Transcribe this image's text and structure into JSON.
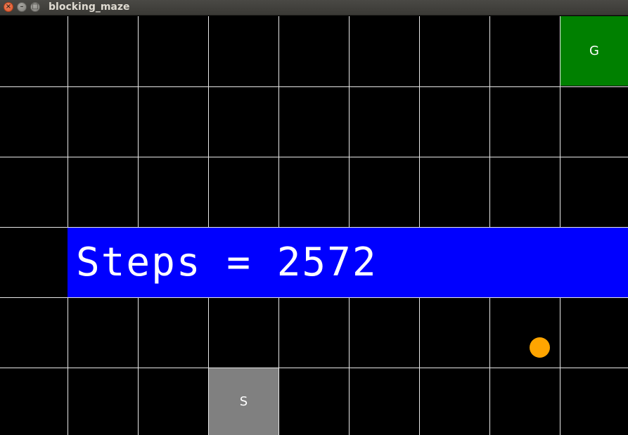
{
  "window": {
    "title": "blocking_maze",
    "buttons": {
      "close_glyph": "×",
      "minimize_glyph": "–",
      "maximize_glyph": "□"
    }
  },
  "maze": {
    "columns": 9,
    "rows": 6,
    "goal": {
      "label": "G",
      "row": 0,
      "col": 8,
      "color": "#008000"
    },
    "start": {
      "label": "S",
      "row": 5,
      "col": 3,
      "color": "#808080"
    },
    "agent": {
      "row": 4,
      "col": 7,
      "color": "#ffa500"
    },
    "grid_line_color": "#e8e8e8",
    "background": "#000000"
  },
  "status": {
    "steps_text": "Steps = 2572",
    "background": "#0000ff"
  }
}
